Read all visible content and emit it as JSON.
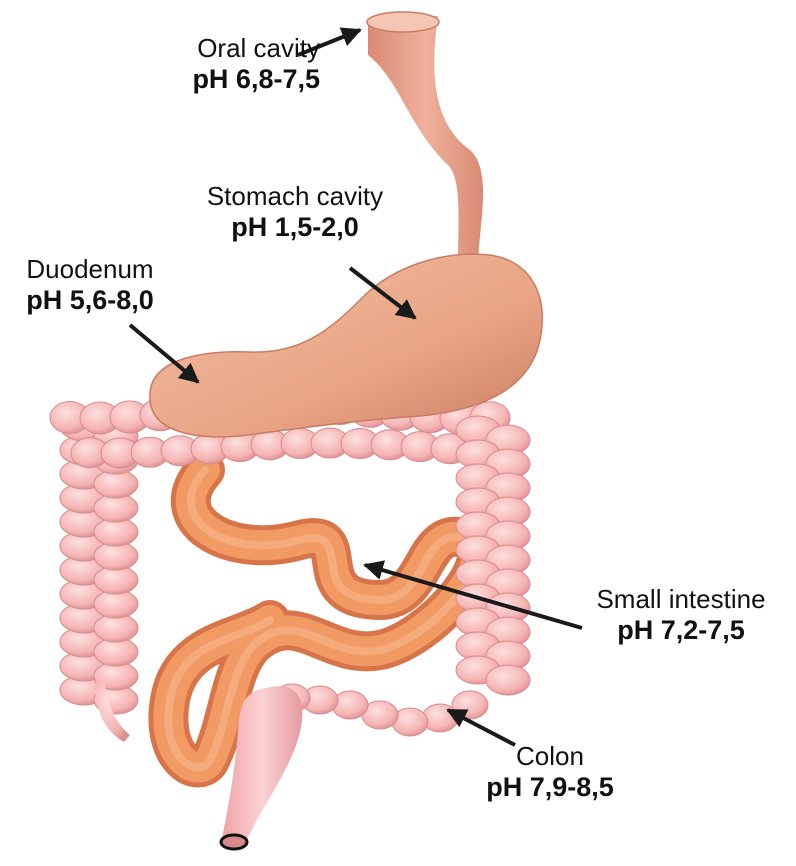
{
  "labels": {
    "oral": {
      "name": "Oral cavity",
      "ph": "pH 6,8-7,5"
    },
    "stomach": {
      "name": "Stomach cavity",
      "ph": "pH 1,5-2,0"
    },
    "duodenum": {
      "name": "Duodenum",
      "ph": "pH 5,6-8,0"
    },
    "small_intestine": {
      "name": "Small intestine",
      "ph": "pH 7,2-7,5"
    },
    "colon": {
      "name": "Colon",
      "ph": "pH 7,9-8,5"
    }
  },
  "colors": {
    "esophagus": "#e7a08a",
    "stomach": "#e9a585",
    "colon": "#f5b4b4",
    "colon_shadow": "#d98a8e",
    "small_intestine": "#f19a63",
    "small_intestine_dark": "#d8744a",
    "arrow": "#1a1a1a"
  }
}
